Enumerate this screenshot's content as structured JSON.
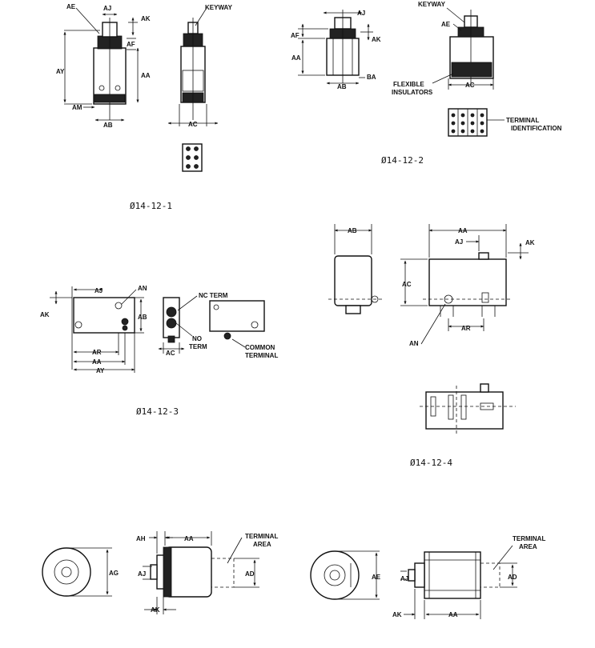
{
  "figures": [
    {
      "caption": "Ø14-12-1",
      "labels": {
        "ae": "AE",
        "aj": "AJ",
        "ak": "AK",
        "af": "AF",
        "ay": "AY",
        "aa": "AA",
        "am": "AM",
        "ab": "AB",
        "keyway": "KEYWAY",
        "ac": "AC"
      }
    },
    {
      "caption": "Ø14-12-2",
      "labels": {
        "aj": "AJ",
        "ak": "AK",
        "af": "AF",
        "aa": "AA",
        "ab": "AB",
        "ba": "BA",
        "keyway": "KEYWAY",
        "ae": "AE",
        "flexible_insulators_1": "FLEXIBLE",
        "flexible_insulators_2": "INSULATORS",
        "ac": "AC",
        "terminal_1": "TERMINAL",
        "terminal_2": "IDENTIFICATION"
      }
    },
    {
      "caption": "Ø14-12-3",
      "labels": {
        "aj": "AJ",
        "an": "AN",
        "ak": "AK",
        "ab": "AB",
        "ar": "AR",
        "aa": "AA",
        "ay": "AY",
        "nc_term": "NC TERM",
        "no_1": "NO",
        "no_2": "TERM",
        "ac": "AC",
        "common_1": "COMMON",
        "common_2": "TERMINAL"
      }
    },
    {
      "caption": "Ø14-12-4",
      "labels": {
        "ab": "AB",
        "aa": "AA",
        "aj": "AJ",
        "ak": "AK",
        "ac": "AC",
        "an": "AN",
        "ar": "AR"
      }
    },
    {
      "caption": "",
      "labels": {
        "ah": "AH",
        "aa": "AA",
        "terminal_1": "TERMINAL",
        "terminal_2": "AREA",
        "ag": "AG",
        "aj": "AJ",
        "ad": "AD",
        "ak": "AK"
      }
    },
    {
      "caption": "",
      "labels": {
        "terminal_1": "TERMINAL",
        "terminal_2": "AREA",
        "ae": "AE",
        "aj": "AJ",
        "ad": "AD",
        "ak": "AK",
        "aa": "AA"
      }
    }
  ]
}
